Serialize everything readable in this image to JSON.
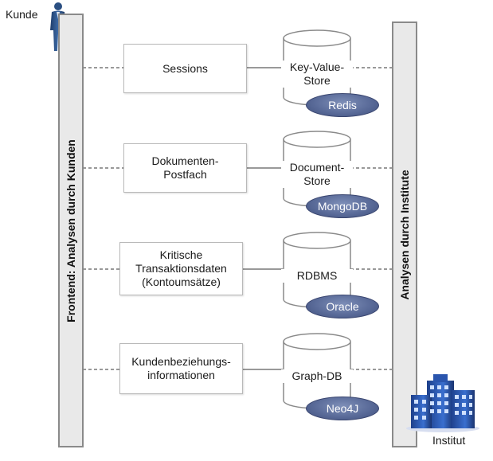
{
  "actors": {
    "kunde_label": "Kunde",
    "institut_label": "Institut"
  },
  "bars": {
    "left_label": "Frontend: Analysen durch Kunden",
    "right_label": "Analysen durch Institute"
  },
  "rows": [
    {
      "box_label": "Sessions",
      "store_label": "Key-Value-\nStore",
      "tech_label": "Redis"
    },
    {
      "box_label": "Dokumenten-\nPostfach",
      "store_label": "Document-\nStore",
      "tech_label": "MongoDB"
    },
    {
      "box_label": "Kritische\nTransaktionsdaten\n(Kontoumsätze)",
      "store_label": "RDBMS",
      "tech_label": "Oracle"
    },
    {
      "box_label": "Kundenbeziehungs-\ninformationen",
      "store_label": "Graph-DB",
      "tech_label": "Neo4J"
    }
  ],
  "colors": {
    "pill_fill": "#5a6b99",
    "bar_fill": "#e9e9e9",
    "line": "#333333"
  },
  "icons": {
    "person": "person-icon",
    "building": "building-icon"
  }
}
